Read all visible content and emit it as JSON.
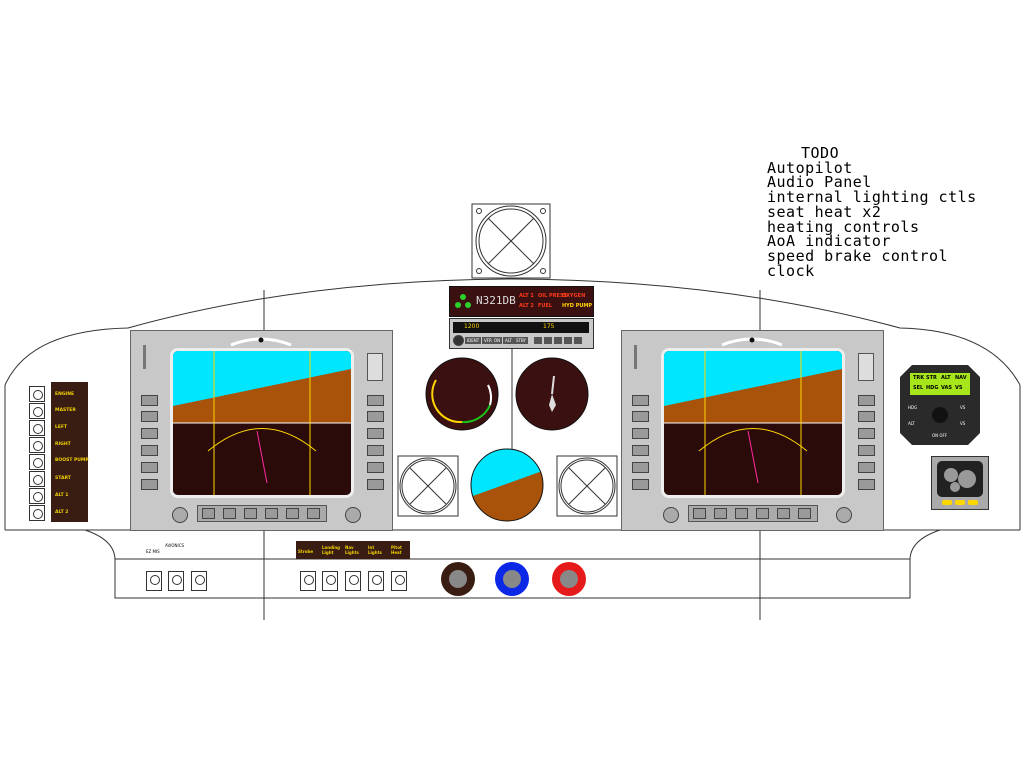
{
  "todo": {
    "title": "TODO",
    "items": [
      "Autopilot",
      "Audio Panel",
      "internal lighting ctls",
      "seat heat x2",
      "heating controls",
      "AoA indicator",
      "speed brake control",
      "clock"
    ]
  },
  "annunciator": {
    "tail": "N321DB",
    "left_col": [
      "ALT 1",
      "ALT 2"
    ],
    "mid_col": [
      "OIL PRESS",
      "FUEL"
    ],
    "right_col": [
      "OXYGEN",
      "HYD PUMP"
    ]
  },
  "transponder": {
    "code": "1200",
    "right": "175",
    "buttons": [
      "IDENT",
      "VFR",
      "ON",
      "ALT",
      "STBY"
    ]
  },
  "left_switch_panel": {
    "labels": [
      "ENGINE",
      "MASTER",
      "LEFT",
      "RIGHT",
      "BOOST PUMP",
      "START",
      "ALT 1",
      "ALT 2"
    ]
  },
  "bottom_left_switches": {
    "label1": "EZ MIS",
    "label2": "AVIONICS"
  },
  "lighting_switches": {
    "labels": [
      "Strobe",
      "Landing Light",
      "Nav Lights",
      "Int Lights",
      "Pitot Heat"
    ]
  },
  "autopilot": {
    "row1": [
      "TRK",
      "STR",
      "ALT",
      "NAV"
    ],
    "row2": [
      "SEL",
      "HDG",
      "VAS",
      "VS"
    ],
    "btn_left": [
      "HDG",
      "ALT"
    ],
    "btn_right": [
      "VS",
      "VS"
    ],
    "bottom": "ON OFF"
  },
  "colors": {
    "sky": "#00e6ff",
    "ground": "#a8520a",
    "panel_grey": "#c8c8c8",
    "dark_brown": "#3a1d12",
    "knob_blue": "#0a28e6",
    "knob_red": "#e61a1a",
    "knob_dark": "#3a1d12",
    "annun_yellow": "#f2d200"
  },
  "icons": [
    "mounting-hole-icon",
    "toggle-switch-icon",
    "rotary-knob-icon"
  ]
}
